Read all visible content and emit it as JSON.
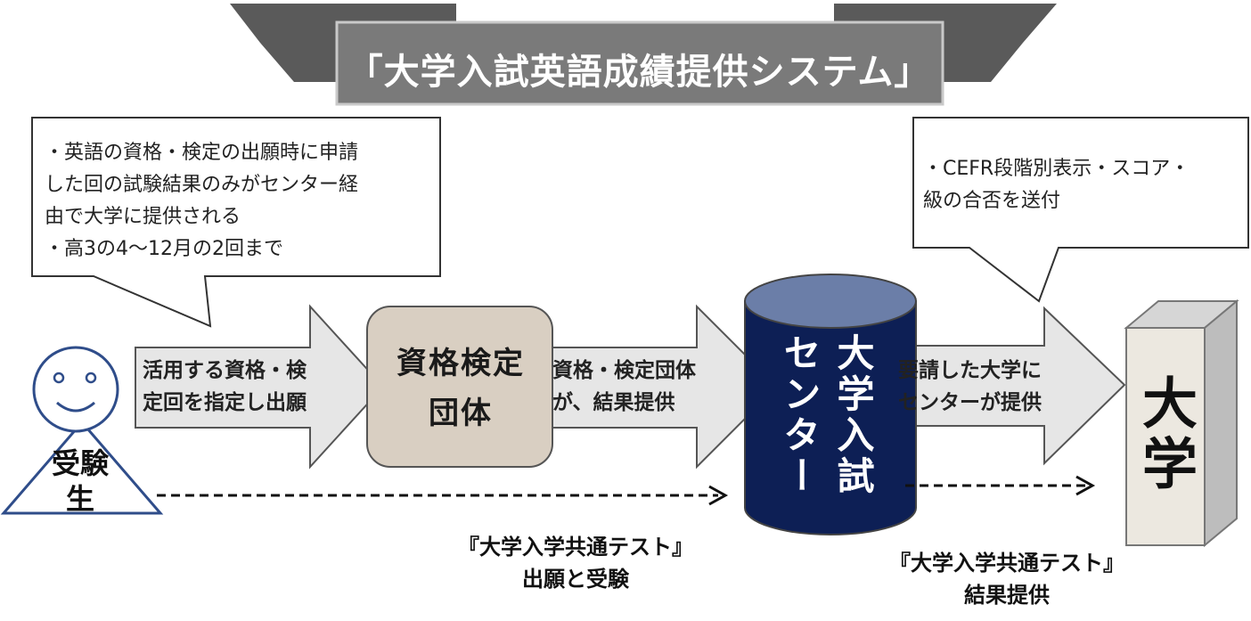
{
  "title": "「大学入試英語成績提供システム」",
  "callout_left": {
    "lines": [
      "・英語の資格・検定の出願時に申請",
      "した回の試験結果のみがセンター経",
      "由で大学に提供される",
      "・高3の4～12月の2回まで"
    ]
  },
  "callout_right": {
    "lines": [
      "・CEFR段階別表示・スコア・",
      "級の合否を送付"
    ]
  },
  "examinee": {
    "lines": [
      "受験",
      "生"
    ]
  },
  "arrow1": {
    "lines": [
      "活用する資格・検",
      "定回を指定し出願"
    ]
  },
  "testing_org": {
    "lines": [
      "資格検定",
      "団体"
    ]
  },
  "arrow2": {
    "lines": [
      "資格・検定団体",
      "が、結果提供"
    ]
  },
  "center": {
    "col1": "大学入試",
    "col2": "センター"
  },
  "arrow3": {
    "lines": [
      "要請した大学に",
      "センターが提供"
    ]
  },
  "university": {
    "label": "大学"
  },
  "caption_left": {
    "lines": [
      "『大学入学共通テスト』",
      "出願と受験"
    ]
  },
  "caption_right": {
    "lines": [
      "『大学入学共通テスト』",
      "結果提供"
    ]
  },
  "colors": {
    "banner_dark": "#5a5a5a",
    "banner_light": "#7a7a7a",
    "arrow_fill": "#e6e6e6",
    "org_fill": "#d9cfc2",
    "center_body": "#0d1f55",
    "center_top": "#6b7ea8",
    "university_front": "#ece8e0",
    "university_side": "#bdbdbd",
    "person_stroke": "#2f4d8a"
  }
}
